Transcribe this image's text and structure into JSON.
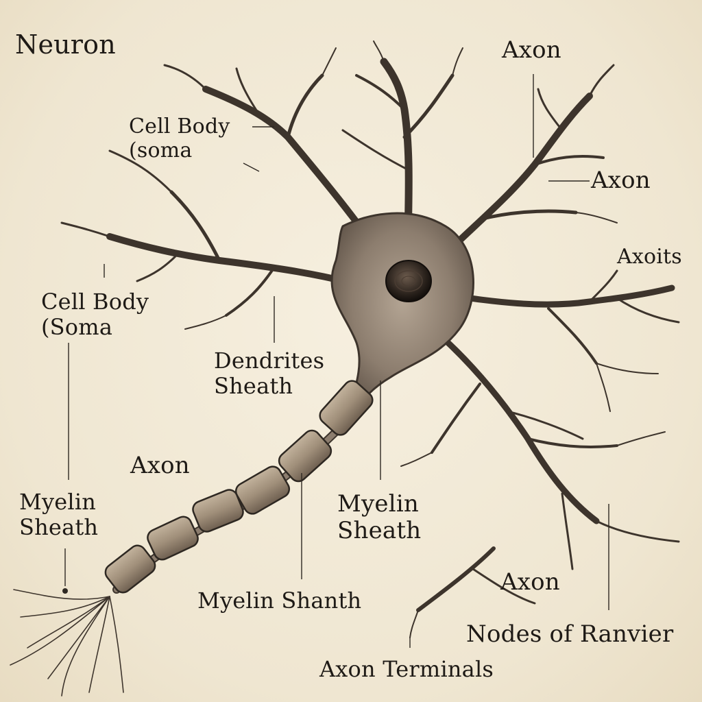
{
  "title": "Neuron",
  "labels": {
    "axon_top": "Axon",
    "cell_body_upper": "Cell Body\n(soma",
    "axon_right": "Axon",
    "axoits": "Axoits",
    "cell_body_left": "Cell Body\n(Soma",
    "dendrites_sheath": "Dendrites\nSheath",
    "axon_mid": "Axon",
    "myelin_left": "Myelin\nSheath",
    "myelin_center": "Myelin\nSheath",
    "myelin_shanth": "Myelin Shanth",
    "axon_lower_right": "Axon",
    "nodes_of_ranvier": "Nodes of Ranvier",
    "axon_terminals": "Axon Terminals"
  },
  "colors": {
    "paper": "#f1e9d6",
    "ink": "#1e1a16",
    "neuron_fill": "#8c7d6e",
    "neuron_stroke": "#3d342c",
    "nucleus": "#2a221c",
    "myelin_fill": "#a08f7a"
  }
}
